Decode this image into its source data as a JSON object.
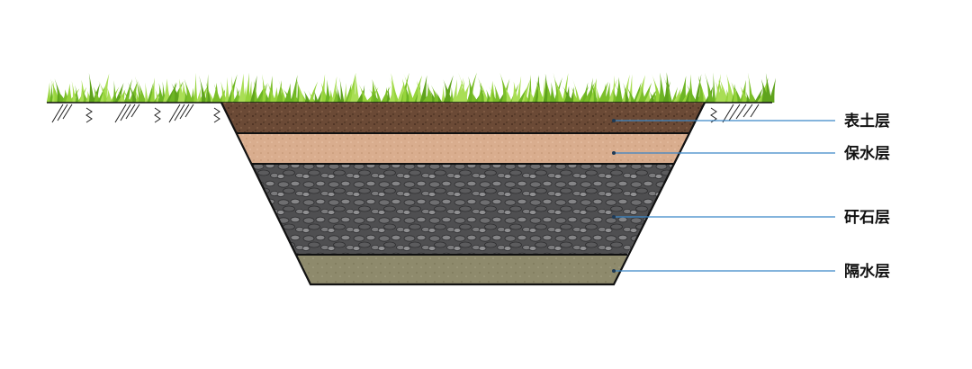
{
  "diagram": {
    "layers": [
      {
        "id": "topsoil",
        "label": "表土层",
        "color": "#6b4a36"
      },
      {
        "id": "retention",
        "label": "保水层",
        "color": "#d9ad8e"
      },
      {
        "id": "gravel",
        "label": "矸石层",
        "color": "#4f4f51"
      },
      {
        "id": "barrier",
        "label": "隔水层",
        "color": "#8e8a6c"
      }
    ],
    "leader_color": "#3a86c8",
    "grass_color": "#7cbf2a",
    "outline_color": "#111111"
  }
}
